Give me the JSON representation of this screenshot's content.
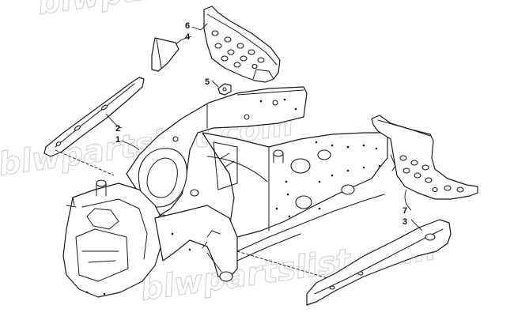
{
  "watermark": {
    "text": "blwpartslist.com"
  },
  "callouts": [
    {
      "id": "c6",
      "label": "6"
    },
    {
      "id": "c4",
      "label": "4"
    },
    {
      "id": "c5",
      "label": "5"
    },
    {
      "id": "c2",
      "label": "2"
    },
    {
      "id": "c1",
      "label": "1"
    },
    {
      "id": "c7",
      "label": "7"
    },
    {
      "id": "c3",
      "label": "3"
    }
  ]
}
